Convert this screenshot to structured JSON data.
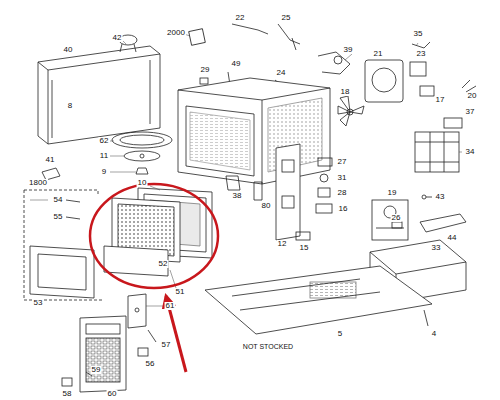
{
  "diagram": {
    "labels": [
      "40",
      "42",
      "2000",
      "22",
      "25",
      "35",
      "39",
      "21",
      "23",
      "29",
      "49",
      "24",
      "17",
      "20",
      "8",
      "18",
      "37",
      "62",
      "11",
      "9",
      "41",
      "34",
      "27",
      "31",
      "28",
      "38",
      "80",
      "43",
      "1800",
      "54",
      "55",
      "10",
      "16",
      "19",
      "12",
      "26",
      "15",
      "44",
      "52",
      "53",
      "33",
      "51",
      "61",
      "4",
      "5",
      "NOT STOCKED",
      "57",
      "56",
      "59",
      "58",
      "60"
    ]
  }
}
